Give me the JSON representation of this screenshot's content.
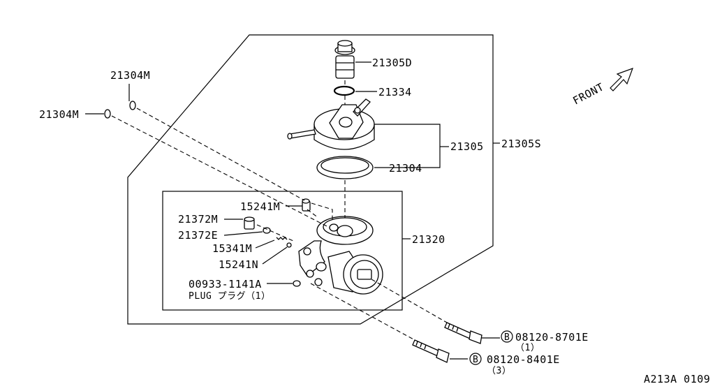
{
  "diagram_code": "A213A 0109",
  "front_label": "FRONT",
  "callouts": {
    "c21305D": "21305D",
    "c21334": "21334",
    "c21305": "21305",
    "c21305S": "21305S",
    "c21304": "21304",
    "c21304M_a": "21304M",
    "c21304M_b": "21304M",
    "c15241M": "15241M",
    "c21372M": "21372M",
    "c21372E": "21372E",
    "c15341M": "15341M",
    "c15241N": "15241N",
    "c21320": "21320",
    "c00933": "00933-1141A",
    "plug": "PLUG プラグ（1）",
    "bolt1_code": "08120-8701E",
    "bolt1_qty": "（1）",
    "bolt2_code": "08120-8401E",
    "bolt2_qty": "（3）",
    "bolt_marker": "B"
  }
}
